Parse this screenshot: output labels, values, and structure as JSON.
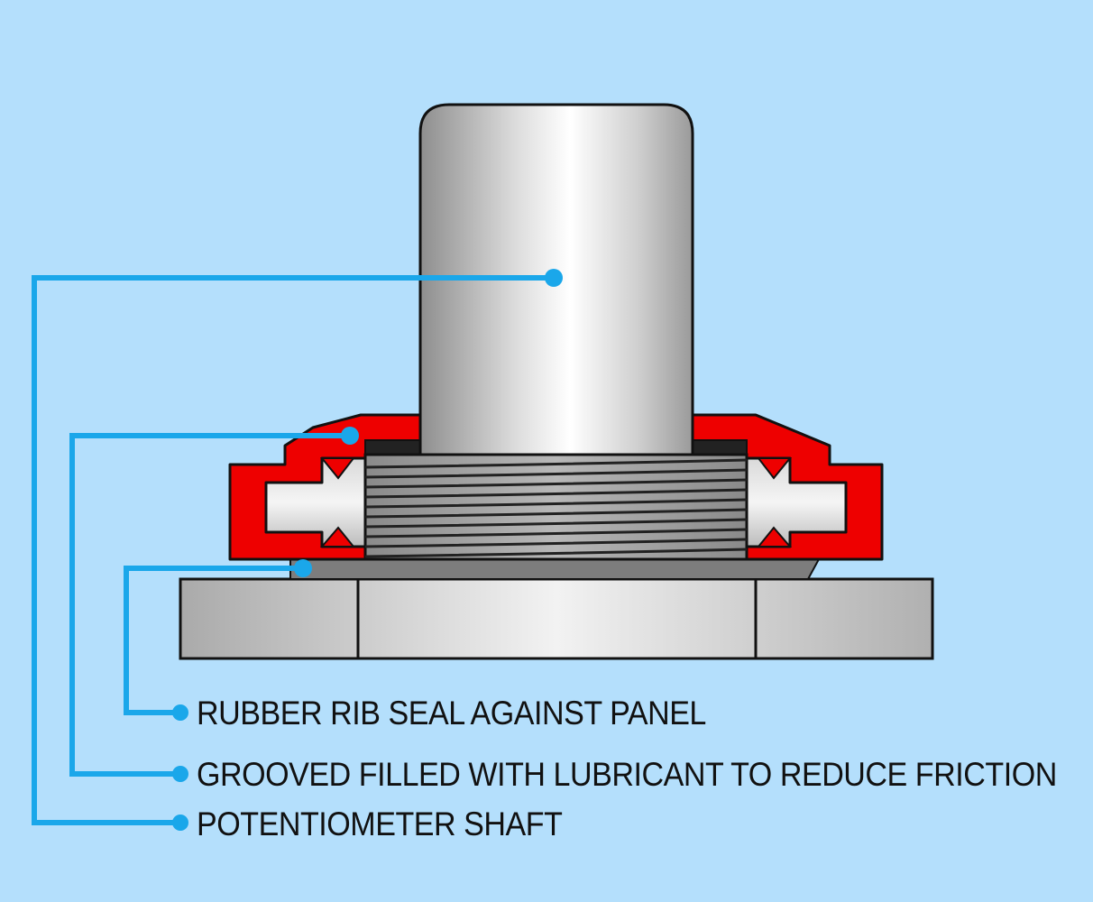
{
  "colors": {
    "background": "#b4dffc",
    "leader_line": "#1aa7ea",
    "rubber_seal": "#ee0000",
    "metal": "#c8c8c8",
    "outline": "#111111"
  },
  "callouts": [
    {
      "id": "seal",
      "label": "RUBBER RIB SEAL AGAINST PANEL"
    },
    {
      "id": "groove",
      "label": "GROOVED FILLED WITH LUBRICANT TO REDUCE FRICTION"
    },
    {
      "id": "shaft",
      "label": "POTENTIOMETER SHAFT"
    }
  ]
}
